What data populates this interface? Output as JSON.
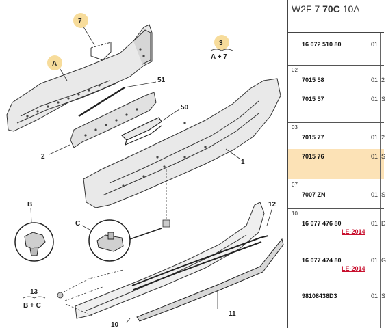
{
  "header": {
    "prefix": "W2F 7 ",
    "bold": "70C",
    "suffix": " 10A"
  },
  "diagram": {
    "callouts": {
      "c7": "7",
      "cA": "A",
      "c3_num": "3",
      "c3_sub": "A + 7",
      "c51": "51",
      "c50": "50",
      "c2": "2",
      "c1": "1",
      "cB": "B",
      "cC": "C",
      "c12": "12",
      "c13_num": "13",
      "c13_sub": "B + C",
      "c10": "10",
      "c11": "11"
    },
    "colors": {
      "highlight_circle": "#f7dc9b",
      "part_fill": "#e9e9e9",
      "line": "#333333"
    }
  },
  "parts": {
    "groups": [
      {
        "num": "",
        "rows": [
          {
            "ref": "16 072 510 80",
            "qty": "01",
            "cut": ""
          }
        ]
      },
      {
        "num": "02",
        "rows": [
          {
            "ref": "7015 58",
            "qty": "01",
            "cut": "2"
          },
          {
            "ref": "7015 57",
            "qty": "01",
            "cut": "S"
          }
        ]
      },
      {
        "num": "03",
        "rows": [
          {
            "ref": "7015 77",
            "qty": "01",
            "cut": "2"
          },
          {
            "ref": "7015 76",
            "qty": "01",
            "cut": "S",
            "highlight": true
          }
        ]
      },
      {
        "num": "07",
        "rows": [
          {
            "ref": "7007 ZN",
            "qty": "01",
            "cut": "S"
          }
        ]
      },
      {
        "num": "10",
        "rows": [
          {
            "ref": "16 077 476 80",
            "qty": "01",
            "cut": "D",
            "link": "LE-2014"
          },
          {
            "ref": "16 077 474 80",
            "qty": "01",
            "cut": "G",
            "link": "LE-2014"
          },
          {
            "ref": "98108436D3",
            "qty": "01",
            "cut": "S"
          }
        ]
      }
    ]
  }
}
